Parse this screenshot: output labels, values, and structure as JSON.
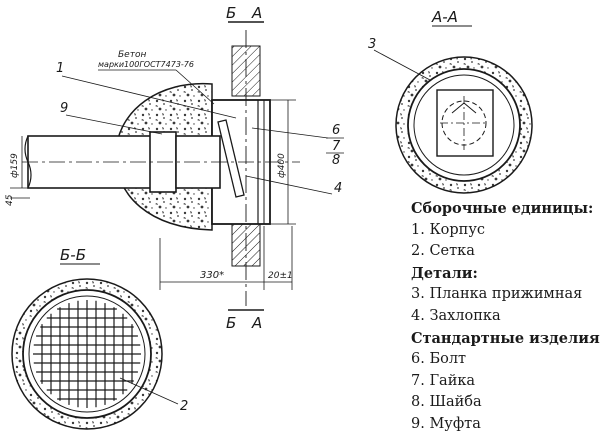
{
  "drawing": {
    "section_labels": {
      "top_right": "А-А",
      "bottom_left": "Б-Б"
    },
    "cut_marks": {
      "b": "Б",
      "a": "А"
    },
    "callouts": [
      "1",
      "2",
      "3",
      "4",
      "6",
      "7",
      "8",
      "9"
    ],
    "annotation_concrete": "Бетон",
    "annotation_concrete_spec": "марки100ГОСТ7473-76",
    "dimensions": {
      "pipe_diameter": "ф159",
      "height": "45",
      "outer_diameter": "ф400",
      "length": "330*",
      "flange": "20±1"
    }
  },
  "legend": {
    "assemblies_header": "Сборочные единицы:",
    "assemblies": [
      "1. Корпус",
      "2. Сетка"
    ],
    "details_header": "Детали:",
    "details": [
      "3. Планка прижимная",
      "4. Захлопка"
    ],
    "standard_header": "Стандартные изделия:",
    "standard": [
      "6. Болт",
      "7. Гайка",
      "8. Шайба",
      "9. Муфта"
    ]
  }
}
